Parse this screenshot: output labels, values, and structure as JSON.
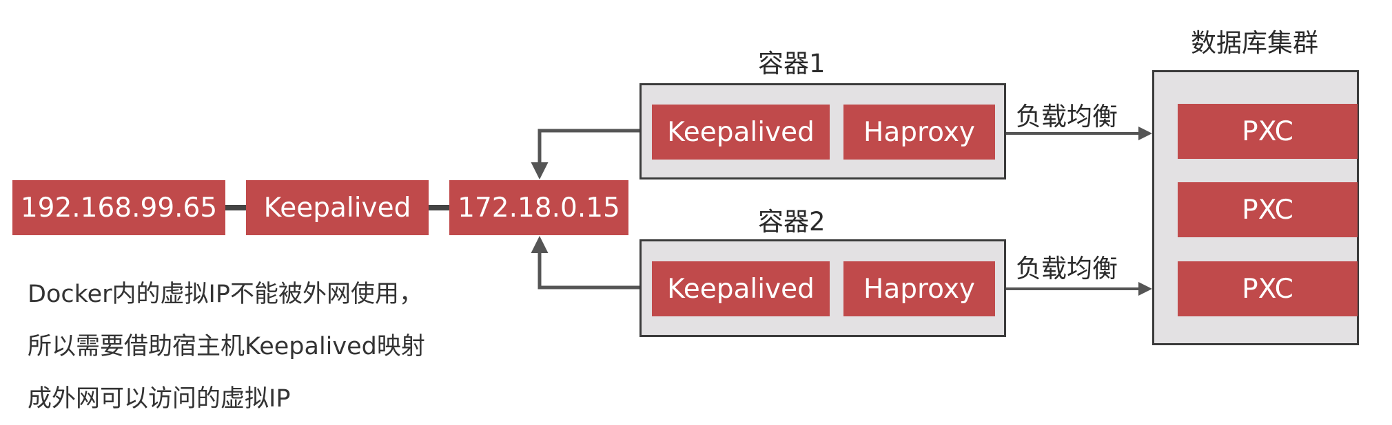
{
  "host": {
    "ip": "192.168.99.65",
    "keepalived": "Keepalived",
    "virtual_ip": "172.18.0.15"
  },
  "containers": [
    {
      "title": "容器1",
      "keepalived": "Keepalived",
      "haproxy": "Haproxy",
      "link_label": "负载均衡"
    },
    {
      "title": "容器2",
      "keepalived": "Keepalived",
      "haproxy": "Haproxy",
      "link_label": "负载均衡"
    }
  ],
  "cluster": {
    "title": "数据库集群",
    "nodes": [
      "PXC",
      "PXC",
      "PXC"
    ]
  },
  "note": [
    "Docker内的虚拟IP不能被外网使用，",
    "所以需要借助宿主机Keepalived映射",
    "成外网可以访问的虚拟IP"
  ],
  "colors": {
    "box": "#c04a4b",
    "container_bg": "#e3e1e3",
    "border": "#3a3a3a",
    "arrow": "#555555"
  }
}
